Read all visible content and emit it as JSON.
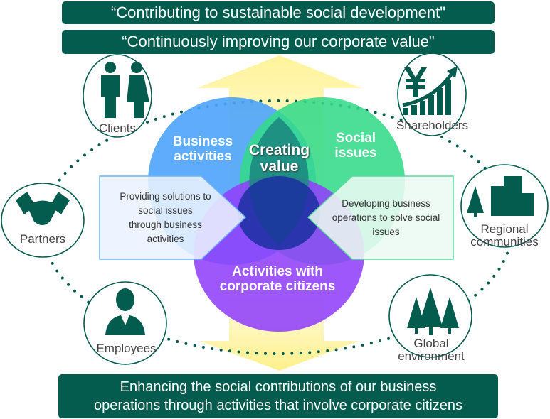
{
  "banners": {
    "top1": "“Contributing to sustainable social development\"",
    "top2": "“Continuously improving our corporate value\"",
    "bottom_line1": "Enhancing the social contributions of our business",
    "bottom_line2": "operations through activities that involve corporate citizens"
  },
  "venn": {
    "business": [
      "Business",
      "activities"
    ],
    "social": [
      "Social",
      "issues"
    ],
    "center": [
      "Creating",
      "value"
    ],
    "citizens": [
      "Activities with",
      "corporate citizens"
    ]
  },
  "boxes": {
    "left": [
      "Providing solutions to",
      "social issues",
      "through business",
      "activities"
    ],
    "right": [
      "Developing business",
      "operations to solve social",
      "issues"
    ]
  },
  "stakeholders": {
    "clients": "Clients",
    "shareholders": "Shareholders",
    "partners": "Partners",
    "regional": [
      "Regional",
      "communities"
    ],
    "employees": "Employees",
    "global": [
      "Global",
      "environment"
    ]
  },
  "colors": {
    "green_dark": "#035c4e",
    "blue": "#5aa8f5",
    "green": "#3fd98f",
    "purple": "#9b4dfb",
    "arrow": "#fff4a8"
  }
}
